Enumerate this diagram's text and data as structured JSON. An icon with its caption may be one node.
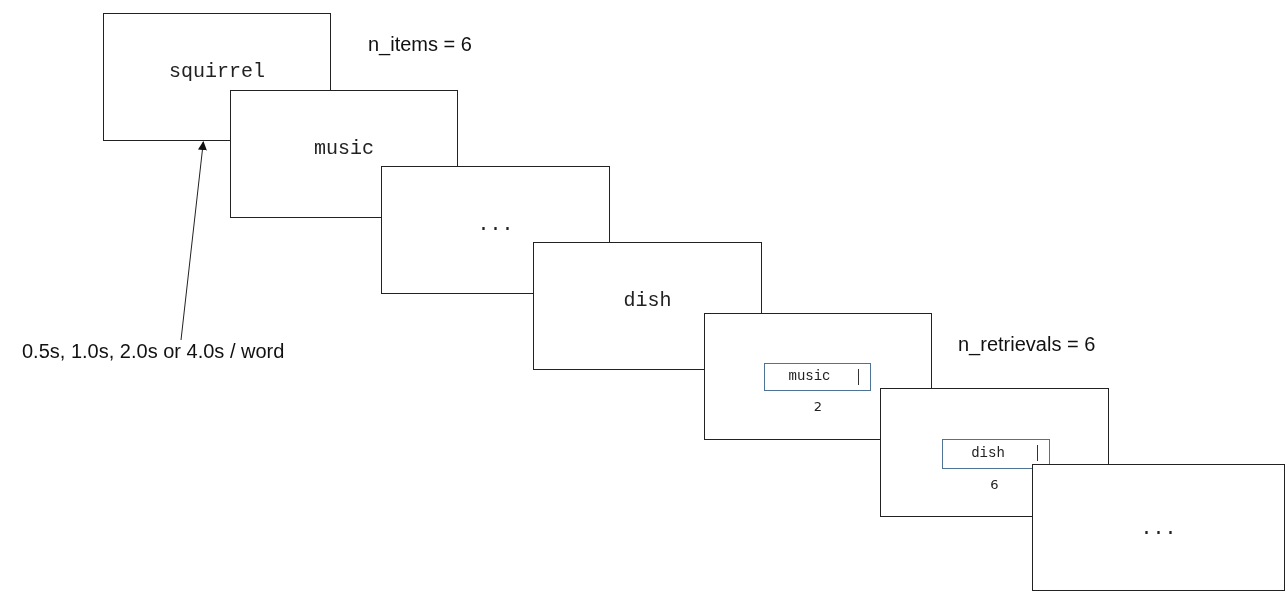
{
  "diagram": {
    "nodes": [
      {
        "text": [
          "squirrel"
        ]
      },
      {
        "text": [
          "music"
        ]
      },
      {
        "text": [
          "..."
        ]
      },
      {
        "text": [
          "dish"
        ]
      },
      {
        "text": [
          "2"
        ]
      },
      {
        "text": [
          "music"
        ],
        "in": 4
      },
      {
        "text": [
          "6"
        ]
      },
      {
        "text": [
          "dish"
        ],
        "in": 6
      },
      {
        "text": [
          "..."
        ]
      },
      {
        "text": [
          "0.5s, 1.0s, 2.0s or 4.0s / word"
        ]
      }
    ],
    "edges": [
      {
        "from": 9,
        "to": 0,
        "arrow": "to"
      }
    ],
    "labels": [
      "n_items = 6",
      "n_retrievals = 6"
    ]
  }
}
